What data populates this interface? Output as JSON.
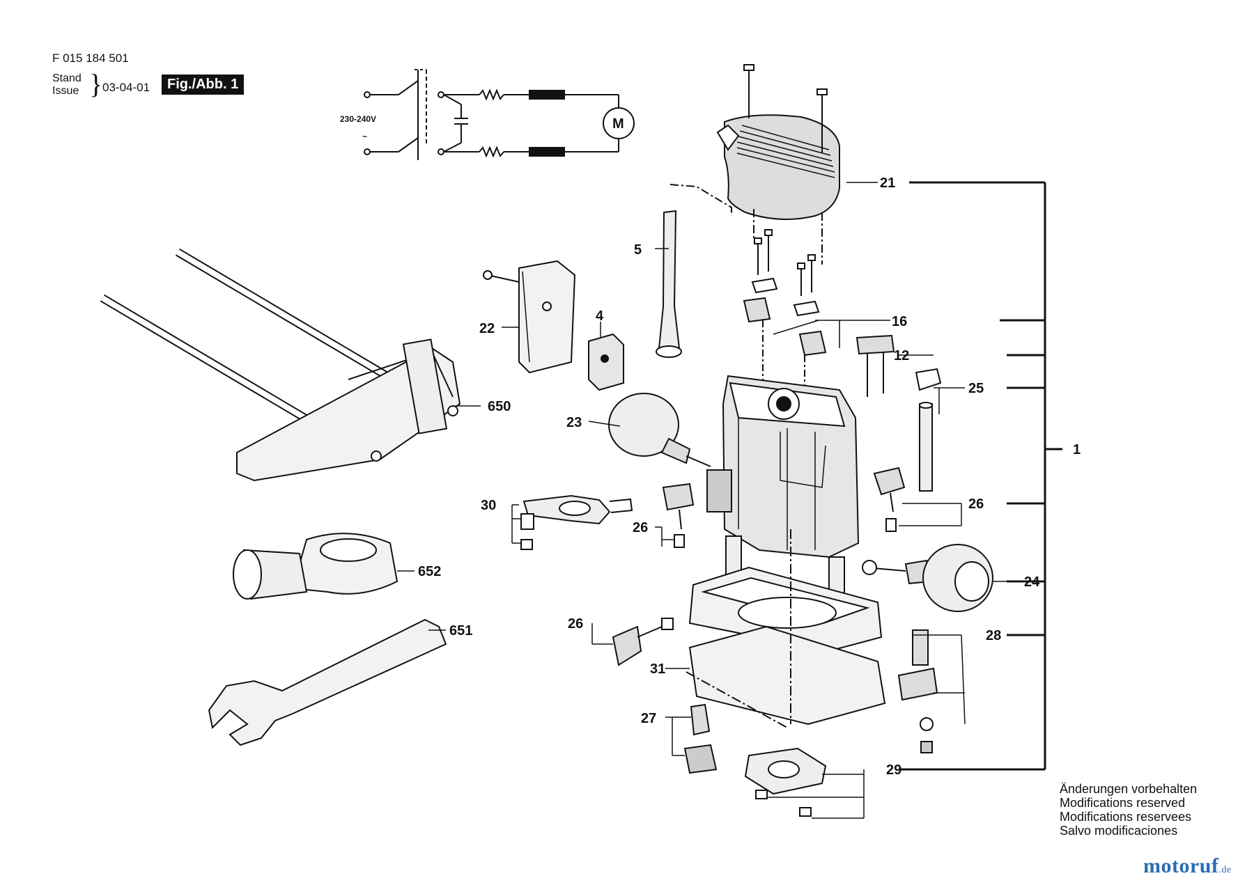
{
  "header": {
    "doc_number": "F 015 184 501",
    "stand": "Stand",
    "issue": "Issue",
    "date": "03-04-01",
    "figure": "Fig./Abb. 1"
  },
  "schematic": {
    "voltage": "230-240V",
    "ac_symbol": "~",
    "motor": "M"
  },
  "callouts": {
    "p1": "1",
    "p4": "4",
    "p5": "5",
    "p12": "12",
    "p16": "16",
    "p21": "21",
    "p22": "22",
    "p23": "23",
    "p24": "24",
    "p25": "25",
    "p26a": "26",
    "p26b": "26",
    "p26c": "26",
    "p27": "27",
    "p28": "28",
    "p29": "29",
    "p30": "30",
    "p31": "31",
    "p650": "650",
    "p651": "651",
    "p652": "652"
  },
  "notes": [
    "Änderungen vorbehalten",
    "Modifications reserved",
    "Modifications reservees",
    "Salvo modificaciones"
  ],
  "watermark": {
    "name": "motoruf",
    "tld": ".de"
  }
}
